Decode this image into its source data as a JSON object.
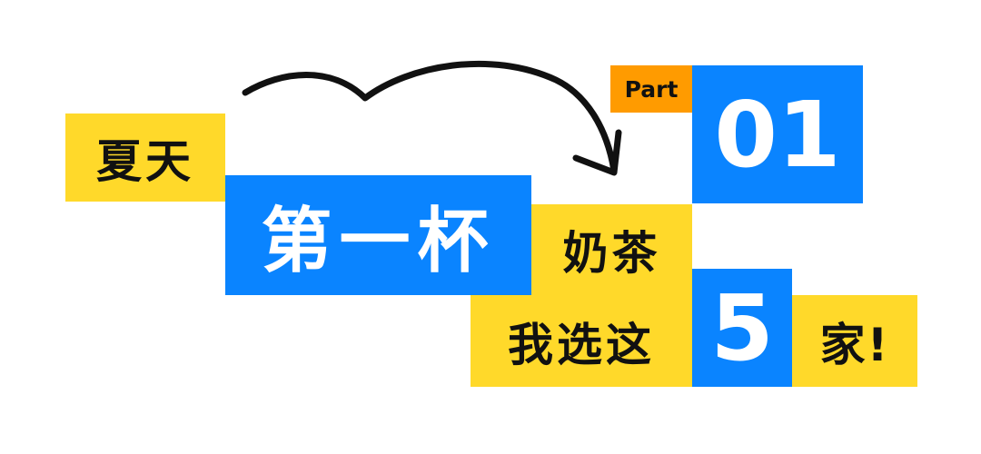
{
  "colors": {
    "yellow": "#ffd92a",
    "blue": "#0a84ff",
    "orange": "#ff9b00",
    "text_dark": "#111111",
    "text_light": "#ffffff"
  },
  "title": {
    "line1": "夏天",
    "line2_highlight": "第一杯",
    "line2_rest": "奶茶",
    "line3_prefix": "我选这",
    "line3_number": "5",
    "line3_suffix": "家!"
  },
  "part": {
    "label": "Part",
    "number": "01"
  },
  "decoration": {
    "icon": "curved-arrow-icon"
  }
}
